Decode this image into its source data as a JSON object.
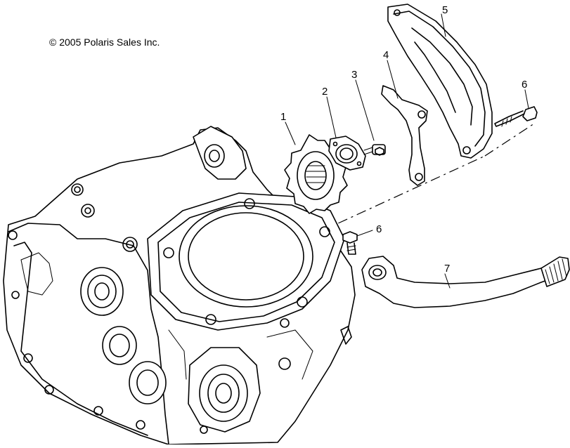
{
  "copyright": "© 2005 Polaris Sales Inc.",
  "callouts": [
    {
      "id": "1",
      "label": "1"
    },
    {
      "id": "2",
      "label": "2"
    },
    {
      "id": "3",
      "label": "3"
    },
    {
      "id": "4",
      "label": "4"
    },
    {
      "id": "5",
      "label": "5"
    },
    {
      "id": "6a",
      "label": "6"
    },
    {
      "id": "6b",
      "label": "6"
    },
    {
      "id": "7",
      "label": "7"
    }
  ]
}
